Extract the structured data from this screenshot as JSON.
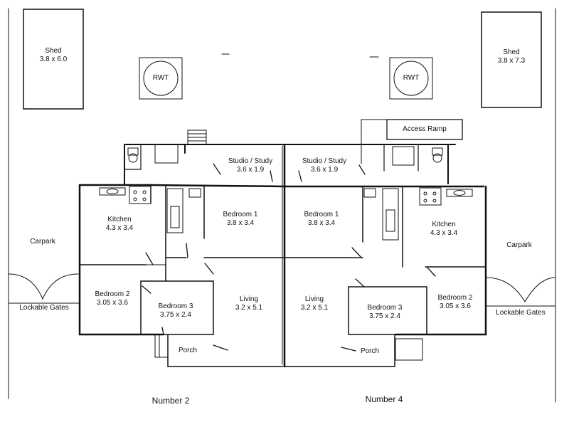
{
  "sheds": {
    "left": {
      "name": "Shed",
      "dims": "3.8 x 6.0"
    },
    "right": {
      "name": "Shed",
      "dims": "3.8 x 7.3"
    }
  },
  "rwt_label": "RWT",
  "access_ramp": "Access Ramp",
  "carpark": "Carpark",
  "lockable_gates": "Lockable Gates",
  "units": {
    "left": {
      "number": "Number 2",
      "studio": {
        "name": "Studio / Study",
        "dims": "3.6 x 1.9"
      },
      "kitchen": {
        "name": "Kitchen",
        "dims": "4.3 x 3.4"
      },
      "bedroom1": {
        "name": "Bedroom 1",
        "dims": "3.8 x 3.4"
      },
      "bedroom2": {
        "name": "Bedroom 2",
        "dims": "3.05 x 3.6"
      },
      "bedroom3": {
        "name": "Bedroom 3",
        "dims": "3.75 x 2.4"
      },
      "living": {
        "name": "Living",
        "dims": "3.2 x 5.1"
      },
      "porch": "Porch"
    },
    "right": {
      "number": "Number 4",
      "studio": {
        "name": "Studio / Study",
        "dims": "3.6 x 1.9"
      },
      "kitchen": {
        "name": "Kitchen",
        "dims": "4.3 x 3.4"
      },
      "bedroom1": {
        "name": "Bedroom 1",
        "dims": "3.8 x 3.4"
      },
      "bedroom2": {
        "name": "Bedroom 2",
        "dims": "3.05 x 3.6"
      },
      "bedroom3": {
        "name": "Bedroom 3",
        "dims": "3.75 x 2.4"
      },
      "living": {
        "name": "Living",
        "dims": "3.2 x 5.1"
      },
      "porch": "Porch"
    }
  }
}
